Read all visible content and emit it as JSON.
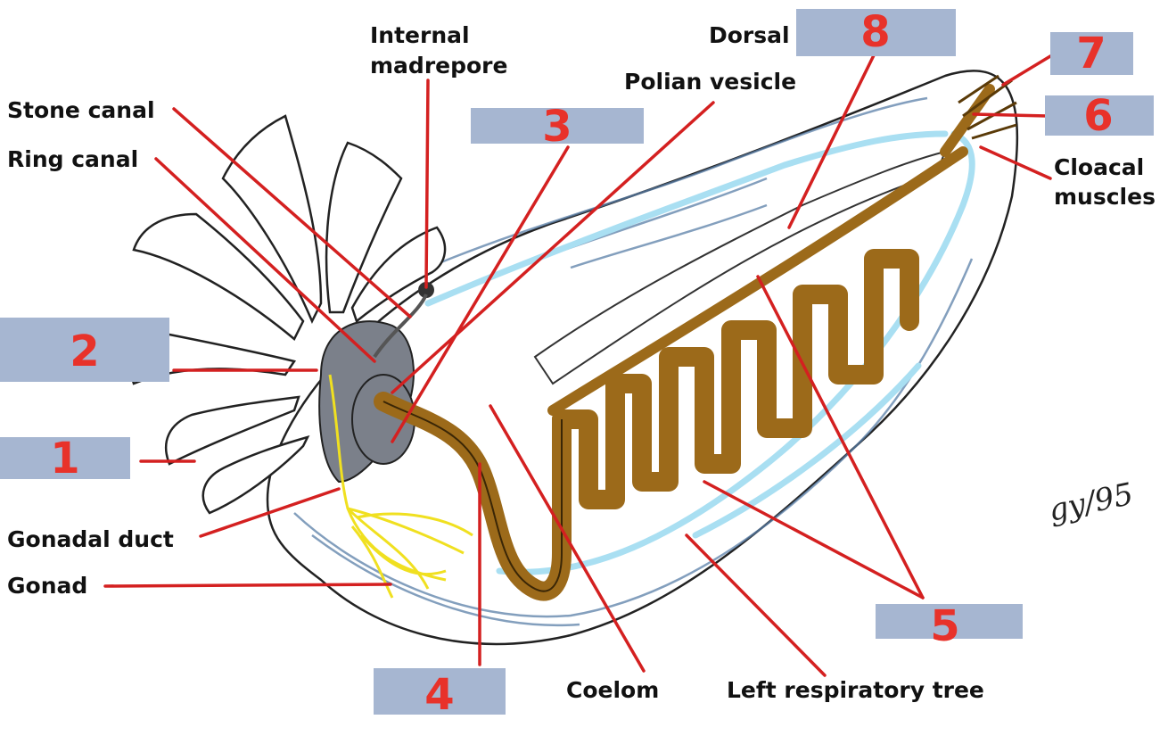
{
  "colors": {
    "box": "#a6b6d1",
    "leader": "#d42020",
    "number": "#e8322a",
    "gut": "#9c6a1a",
    "water": "#a9dff2",
    "gonad": "#f0e020",
    "organ_gray": "#7b808a"
  },
  "labels": {
    "internal_madrepore": [
      "Internal",
      "madrepore"
    ],
    "dorsal": "Dorsal",
    "polian_vesicle": "Polian vesicle",
    "stone_canal": "Stone canal",
    "ring_canal": "Ring canal",
    "cloacal_muscles": [
      "Cloacal",
      "muscles"
    ],
    "gonadal_duct": "Gonadal duct",
    "gonad": "Gonad",
    "coelom": "Coelom",
    "left_respiratory_tree": "Left respiratory tree",
    "signature": "gy/95"
  },
  "answer_boxes": [
    {
      "number": "1"
    },
    {
      "number": "2"
    },
    {
      "number": "3"
    },
    {
      "number": "4"
    },
    {
      "number": "5"
    },
    {
      "number": "6"
    },
    {
      "number": "7"
    },
    {
      "number": "8"
    }
  ]
}
